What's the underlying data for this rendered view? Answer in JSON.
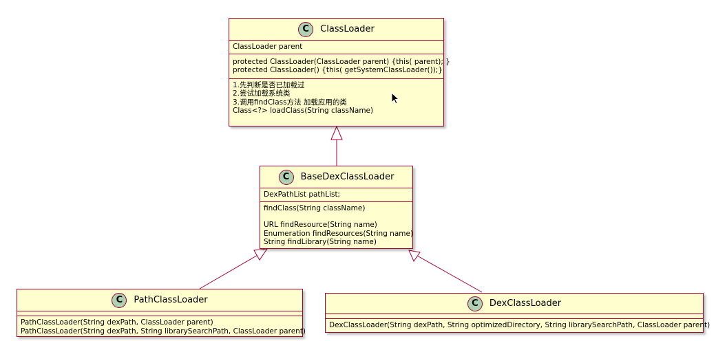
{
  "classes": {
    "classloader": {
      "name": "ClassLoader",
      "badge": "C",
      "fields": [
        "ClassLoader parent"
      ],
      "constructors": [
        "protected ClassLoader(ClassLoader parent) {this( parent); }",
        "protected ClassLoader() {this( getSystemClassLoader());}"
      ],
      "notes": [
        "1.先判断是否已加载过",
        "2.尝试加载系统类",
        "3.调用findClass方法 加载应用的类",
        "Class<?> loadClass(String className)"
      ]
    },
    "basedex": {
      "name": "BaseDexClassLoader",
      "badge": "C",
      "fields": [
        "DexPathList pathList;"
      ],
      "methods1": [
        "findClass(String className)"
      ],
      "methods2": [
        "URL findResource(String name)",
        "Enumeration findResources(String name)",
        "String findLibrary(String name)"
      ]
    },
    "path": {
      "name": "PathClassLoader",
      "badge": "C",
      "methods": [
        "PathClassLoader(String dexPath, ClassLoader parent)",
        "PathClassLoader(String dexPath, String librarySearchPath, ClassLoader parent)"
      ]
    },
    "dex": {
      "name": "DexClassLoader",
      "badge": "C",
      "methods": [
        "DexClassLoader(String dexPath, String optimizedDirectory, String librarySearchPath, ClassLoader parent)"
      ]
    }
  },
  "colors": {
    "border": "#a80036",
    "fill": "#fefece",
    "badge": "#add1b2"
  }
}
